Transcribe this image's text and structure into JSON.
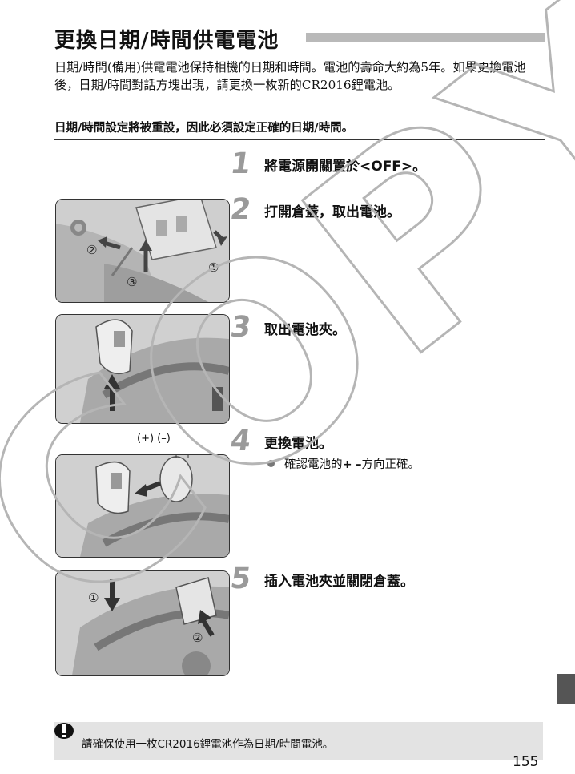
{
  "title": "更換日期/時間供電電池",
  "intro": "日期/時間(備用)供電電池保持相機的日期和時間。電池的壽命大約為5年。如果更換電池後，日期/時間對話方塊出現，請更換一枚新的CR2016鋰電池。",
  "warning": "日期/時間設定將被重設，因此必須設定正確的日期/時間。",
  "steps": [
    {
      "num": "1",
      "text": "將電源開關置於<OFF>。"
    },
    {
      "num": "2",
      "text": "打開倉蓋，取出電池。"
    },
    {
      "num": "3",
      "text": "取出電池夾。"
    },
    {
      "num": "4",
      "text": "更換電池。"
    },
    {
      "num": "5",
      "text": "插入電池夾並關閉倉蓋。"
    }
  ],
  "step4_bullet": {
    "before": "確認電池的",
    "plus": "+",
    "minus": "–",
    "after": "方向正確。"
  },
  "photo_callouts": {
    "one": "①",
    "two": "②",
    "three": "③"
  },
  "polarity_label": "(+) (–)",
  "note": "請確保使用一枚CR2016鋰電池作為日期/時間電池。",
  "page_number": "155",
  "watermark": "COPY",
  "colors": {
    "watermark_outline": "#b5b5b5",
    "title_bar": "#b9b9b9",
    "note_background": "#e3e3e3",
    "step_number": "#9a9a9a"
  },
  "icons": {
    "note": "caution-icon"
  }
}
